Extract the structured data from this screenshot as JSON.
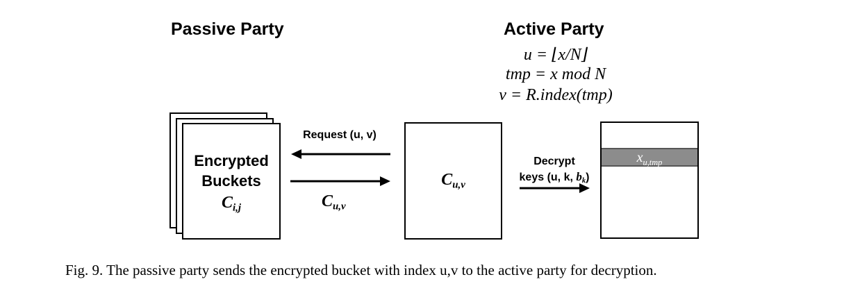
{
  "passive_party": {
    "title": "Passive Party",
    "bucket_line1": "Encrypted",
    "bucket_line2": "Buckets",
    "bucket_symbol_main": "C",
    "bucket_symbol_sub": "i,j"
  },
  "active_party": {
    "title": "Active Party",
    "formula1": "u = ⌊x/N⌋",
    "formula2": "tmp = x mod N",
    "formula3": "v = R.index(tmp)"
  },
  "arrows": {
    "request_label": "Request (u, v)",
    "response_symbol_main": "C",
    "response_symbol_sub": "u,v",
    "decrypt_line1": "Decrypt",
    "decrypt_line2_prefix": "keys (u, k, ",
    "decrypt_line2_symbol": "b",
    "decrypt_line2_symbol_sub": "k",
    "decrypt_line2_suffix": ")"
  },
  "middle_box": {
    "symbol_main": "C",
    "symbol_sub": "u,v"
  },
  "result_box": {
    "row_main": "x",
    "row_sub": "u,tmp",
    "row_color": "#8c8c8c"
  },
  "caption": "Fig. 9.  The passive party sends the encrypted bucket with index u,v to the active party for decryption."
}
